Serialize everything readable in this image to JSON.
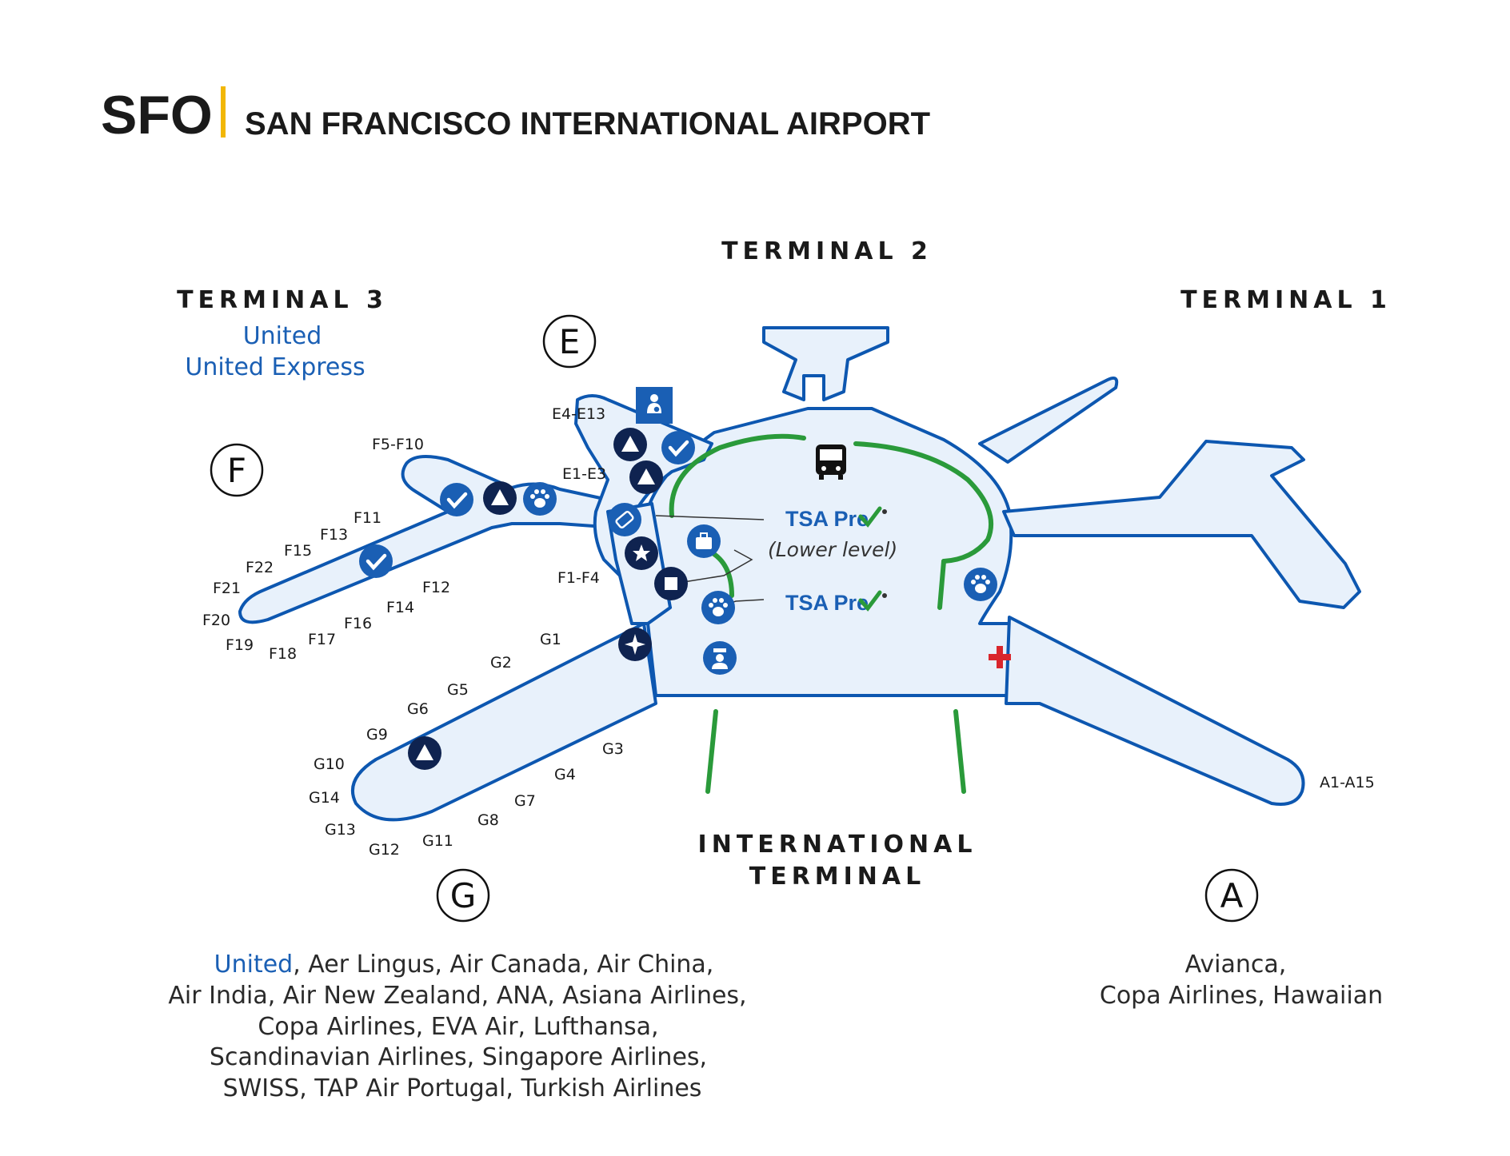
{
  "header": {
    "code": "SFO",
    "name": "SAN FRANCISCO INTERNATIONAL AIRPORT"
  },
  "terminals": {
    "t1": "TERMINAL 1",
    "t2": "TERMINAL 2",
    "t3": "TERMINAL 3",
    "t3_airlines": [
      "United",
      "United Express"
    ],
    "intl_line1": "INTERNATIONAL",
    "intl_line2": "TERMINAL"
  },
  "boarding_areas": {
    "a": "A",
    "e": "E",
    "f": "F",
    "g": "G"
  },
  "gates": {
    "e4_e13": "E4-E13",
    "e1_e3": "E1-E3",
    "f5_f10": "F5-F10",
    "f1_f4": "F1-F4",
    "a1_a15": "A1-A15",
    "f11": "F11",
    "f13": "F13",
    "f15": "F15",
    "f22": "F22",
    "f21": "F21",
    "f20": "F20",
    "f19": "F19",
    "f18": "F18",
    "f17": "F17",
    "f16": "F16",
    "f14": "F14",
    "f12": "F12",
    "g1": "G1",
    "g2": "G2",
    "g5": "G5",
    "g6": "G6",
    "g9": "G9",
    "g10": "G10",
    "g14": "G14",
    "g13": "G13",
    "g12": "G12",
    "g11": "G11",
    "g8": "G8",
    "g7": "G7",
    "g4": "G4",
    "g3": "G3"
  },
  "security": {
    "tsa_label": "TSA Pre",
    "lower_level": "(Lower level)"
  },
  "airlines_g": {
    "highlight": "United",
    "line1_rest": ", Aer Lingus, Air Canada, Air China,",
    "line2": "Air India, Air New Zealand, ANA, Asiana Airlines,",
    "line3": "Copa Airlines, EVA Air, Lufthansa,",
    "line4": "Scandinavian Airlines, Singapore Airlines,",
    "line5": "SWISS, TAP Air Portugal, Turkish Airlines"
  },
  "airlines_a": {
    "line1": "Avianca,",
    "line2": "Copa Airlines, Hawaiian"
  },
  "colors": {
    "accent": "#f2b705",
    "concourse_fill": "#e8f1fb",
    "concourse_stroke": "#0d57b0",
    "airtrain": "#2a9a3a",
    "icon_navy": "#0f2350",
    "first_aid": "#d9262c"
  }
}
